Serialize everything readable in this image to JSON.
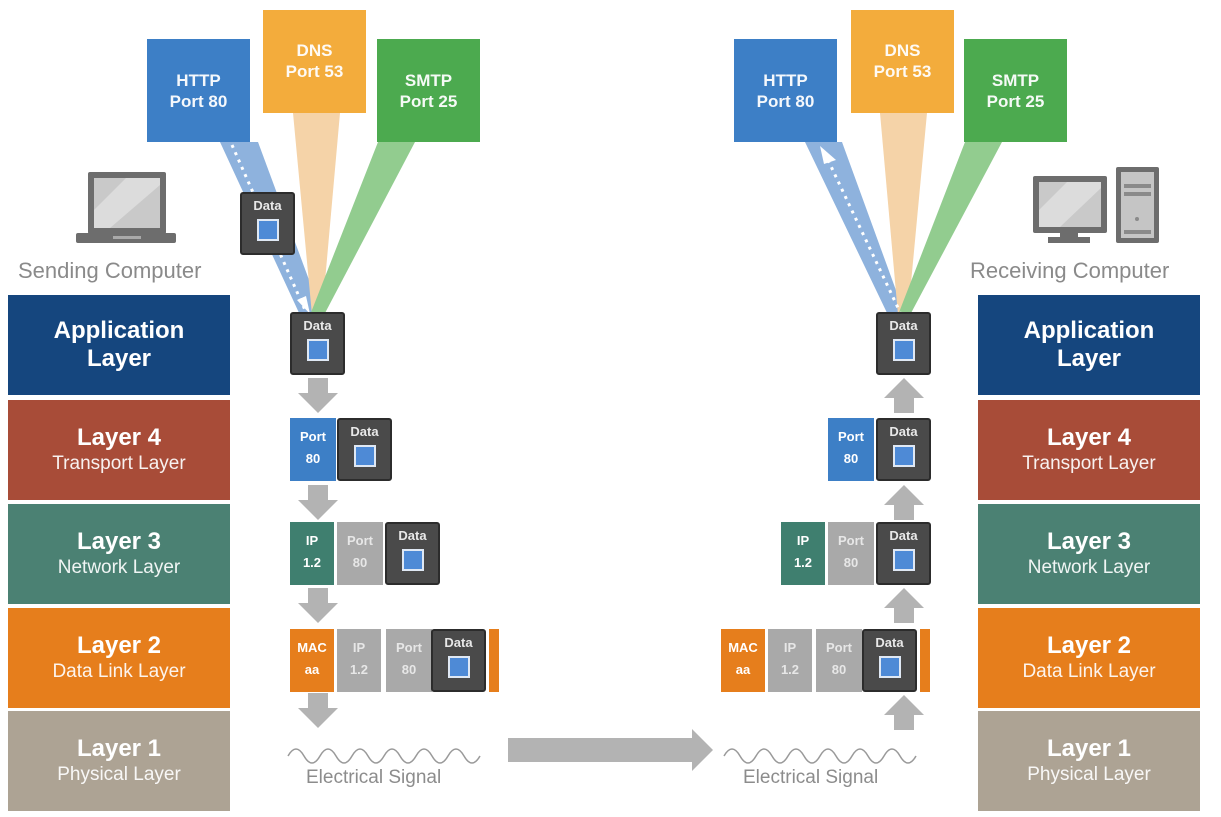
{
  "sending": {
    "label": "Sending Computer",
    "icon": "laptop-icon",
    "protocols": [
      {
        "name": "HTTP",
        "port": "Port 80",
        "color": "#3d7fc6"
      },
      {
        "name": "DNS",
        "port": "Port 53",
        "color": "#f3ac3c"
      },
      {
        "name": "SMTP",
        "port": "Port 25",
        "color": "#4caa4f"
      }
    ],
    "in_transit_packet": "Data",
    "layers": [
      {
        "title": "Application",
        "subtitle": "Layer",
        "color": "#15467e"
      },
      {
        "title": "Layer 4",
        "subtitle": "Transport Layer",
        "color": "#a84c38"
      },
      {
        "title": "Layer 3",
        "subtitle": "Network Layer",
        "color": "#4b8173"
      },
      {
        "title": "Layer 2",
        "subtitle": "Data Link Layer",
        "color": "#e67e1c"
      },
      {
        "title": "Layer 1",
        "subtitle": "Physical Layer",
        "color": "#ada394"
      }
    ],
    "flow_direction": "down",
    "signal_label": "Electrical Signal"
  },
  "receiving": {
    "label": "Receiving Computer",
    "icon": "desktop-computer-icon",
    "protocols": [
      {
        "name": "HTTP",
        "port": "Port 80",
        "color": "#3d7fc6"
      },
      {
        "name": "DNS",
        "port": "Port 53",
        "color": "#f3ac3c"
      },
      {
        "name": "SMTP",
        "port": "Port 25",
        "color": "#4caa4f"
      }
    ],
    "layers": [
      {
        "title": "Application",
        "subtitle": "Layer",
        "color": "#15467e"
      },
      {
        "title": "Layer 4",
        "subtitle": "Transport Layer",
        "color": "#a84c38"
      },
      {
        "title": "Layer 3",
        "subtitle": "Network Layer",
        "color": "#4b8173"
      },
      {
        "title": "Layer 2",
        "subtitle": "Data Link Layer",
        "color": "#e67e1c"
      },
      {
        "title": "Layer 1",
        "subtitle": "Physical Layer",
        "color": "#ada394"
      }
    ],
    "flow_direction": "up",
    "signal_label": "Electrical Signal"
  },
  "encapsulation": {
    "data": "Data",
    "port": {
      "line1": "Port",
      "line2": "80"
    },
    "ip": {
      "line1": "IP",
      "line2": "1.2"
    },
    "mac": {
      "line1": "MAC",
      "line2": "aa"
    }
  },
  "transmission_arrow": "right-arrow-icon"
}
